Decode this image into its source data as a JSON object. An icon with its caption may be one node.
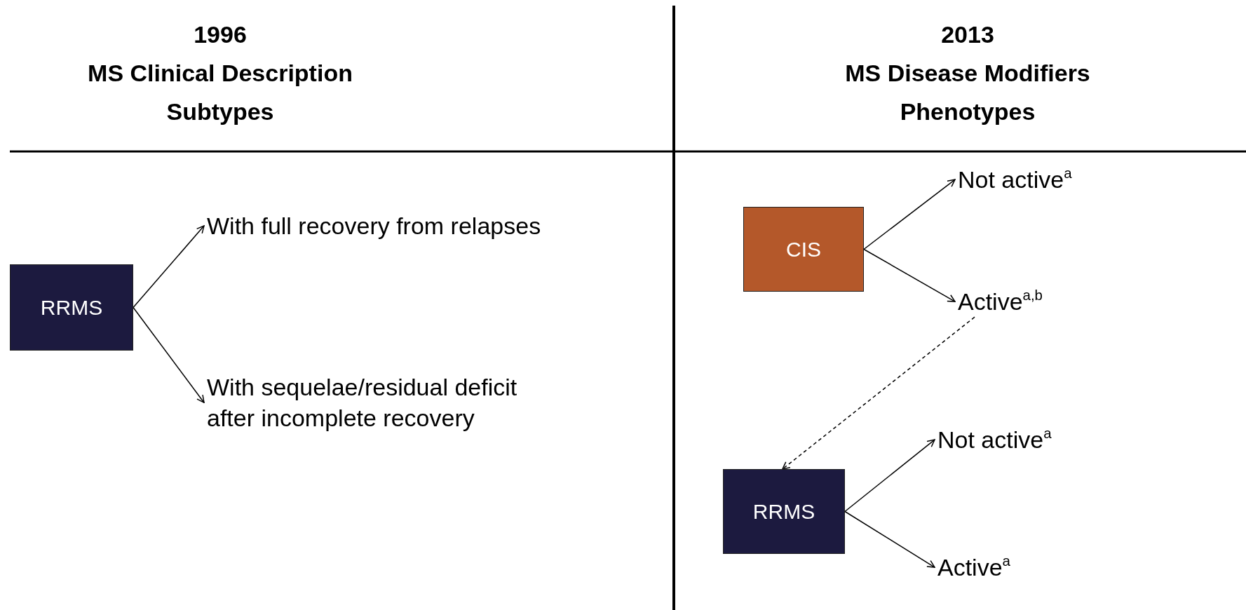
{
  "diagram": {
    "nodes": [
      {
        "text": [
          "RRMS"
        ]
      },
      {
        "text": [
          "With full recovery from relapses"
        ]
      },
      {
        "text": [
          "With sequelae/residual deficit after incomplete recovery"
        ]
      },
      {
        "text": [
          "CIS"
        ]
      },
      {
        "text": [
          "Not active$^{a}$"
        ]
      },
      {
        "text": [
          "Active$^{a,b}$"
        ]
      },
      {
        "text": [
          "RRMS"
        ]
      },
      {
        "text": [
          "Not active$^{a}$"
        ]
      },
      {
        "text": [
          "Active$^{a}$"
        ]
      }
    ],
    "edges": [
      {
        "from": 0,
        "to": 1,
        "arrow": "to"
      },
      {
        "from": 0,
        "to": 2,
        "arrow": "to"
      },
      {
        "from": 3,
        "to": 4,
        "arrow": "to"
      },
      {
        "from": 3,
        "to": 5,
        "arrow": "to"
      },
      {
        "from": 5,
        "to": 6,
        "arrow": "to",
        "style": "dashed"
      },
      {
        "from": 6,
        "to": 7,
        "arrow": "to"
      },
      {
        "from": 6,
        "to": 8,
        "arrow": "to"
      }
    ],
    "labels": [
      "1996",
      "2013",
      "MS Clinical Description",
      "MS Disease Modifiers",
      "Subtypes",
      "Phenotypes"
    ]
  }
}
